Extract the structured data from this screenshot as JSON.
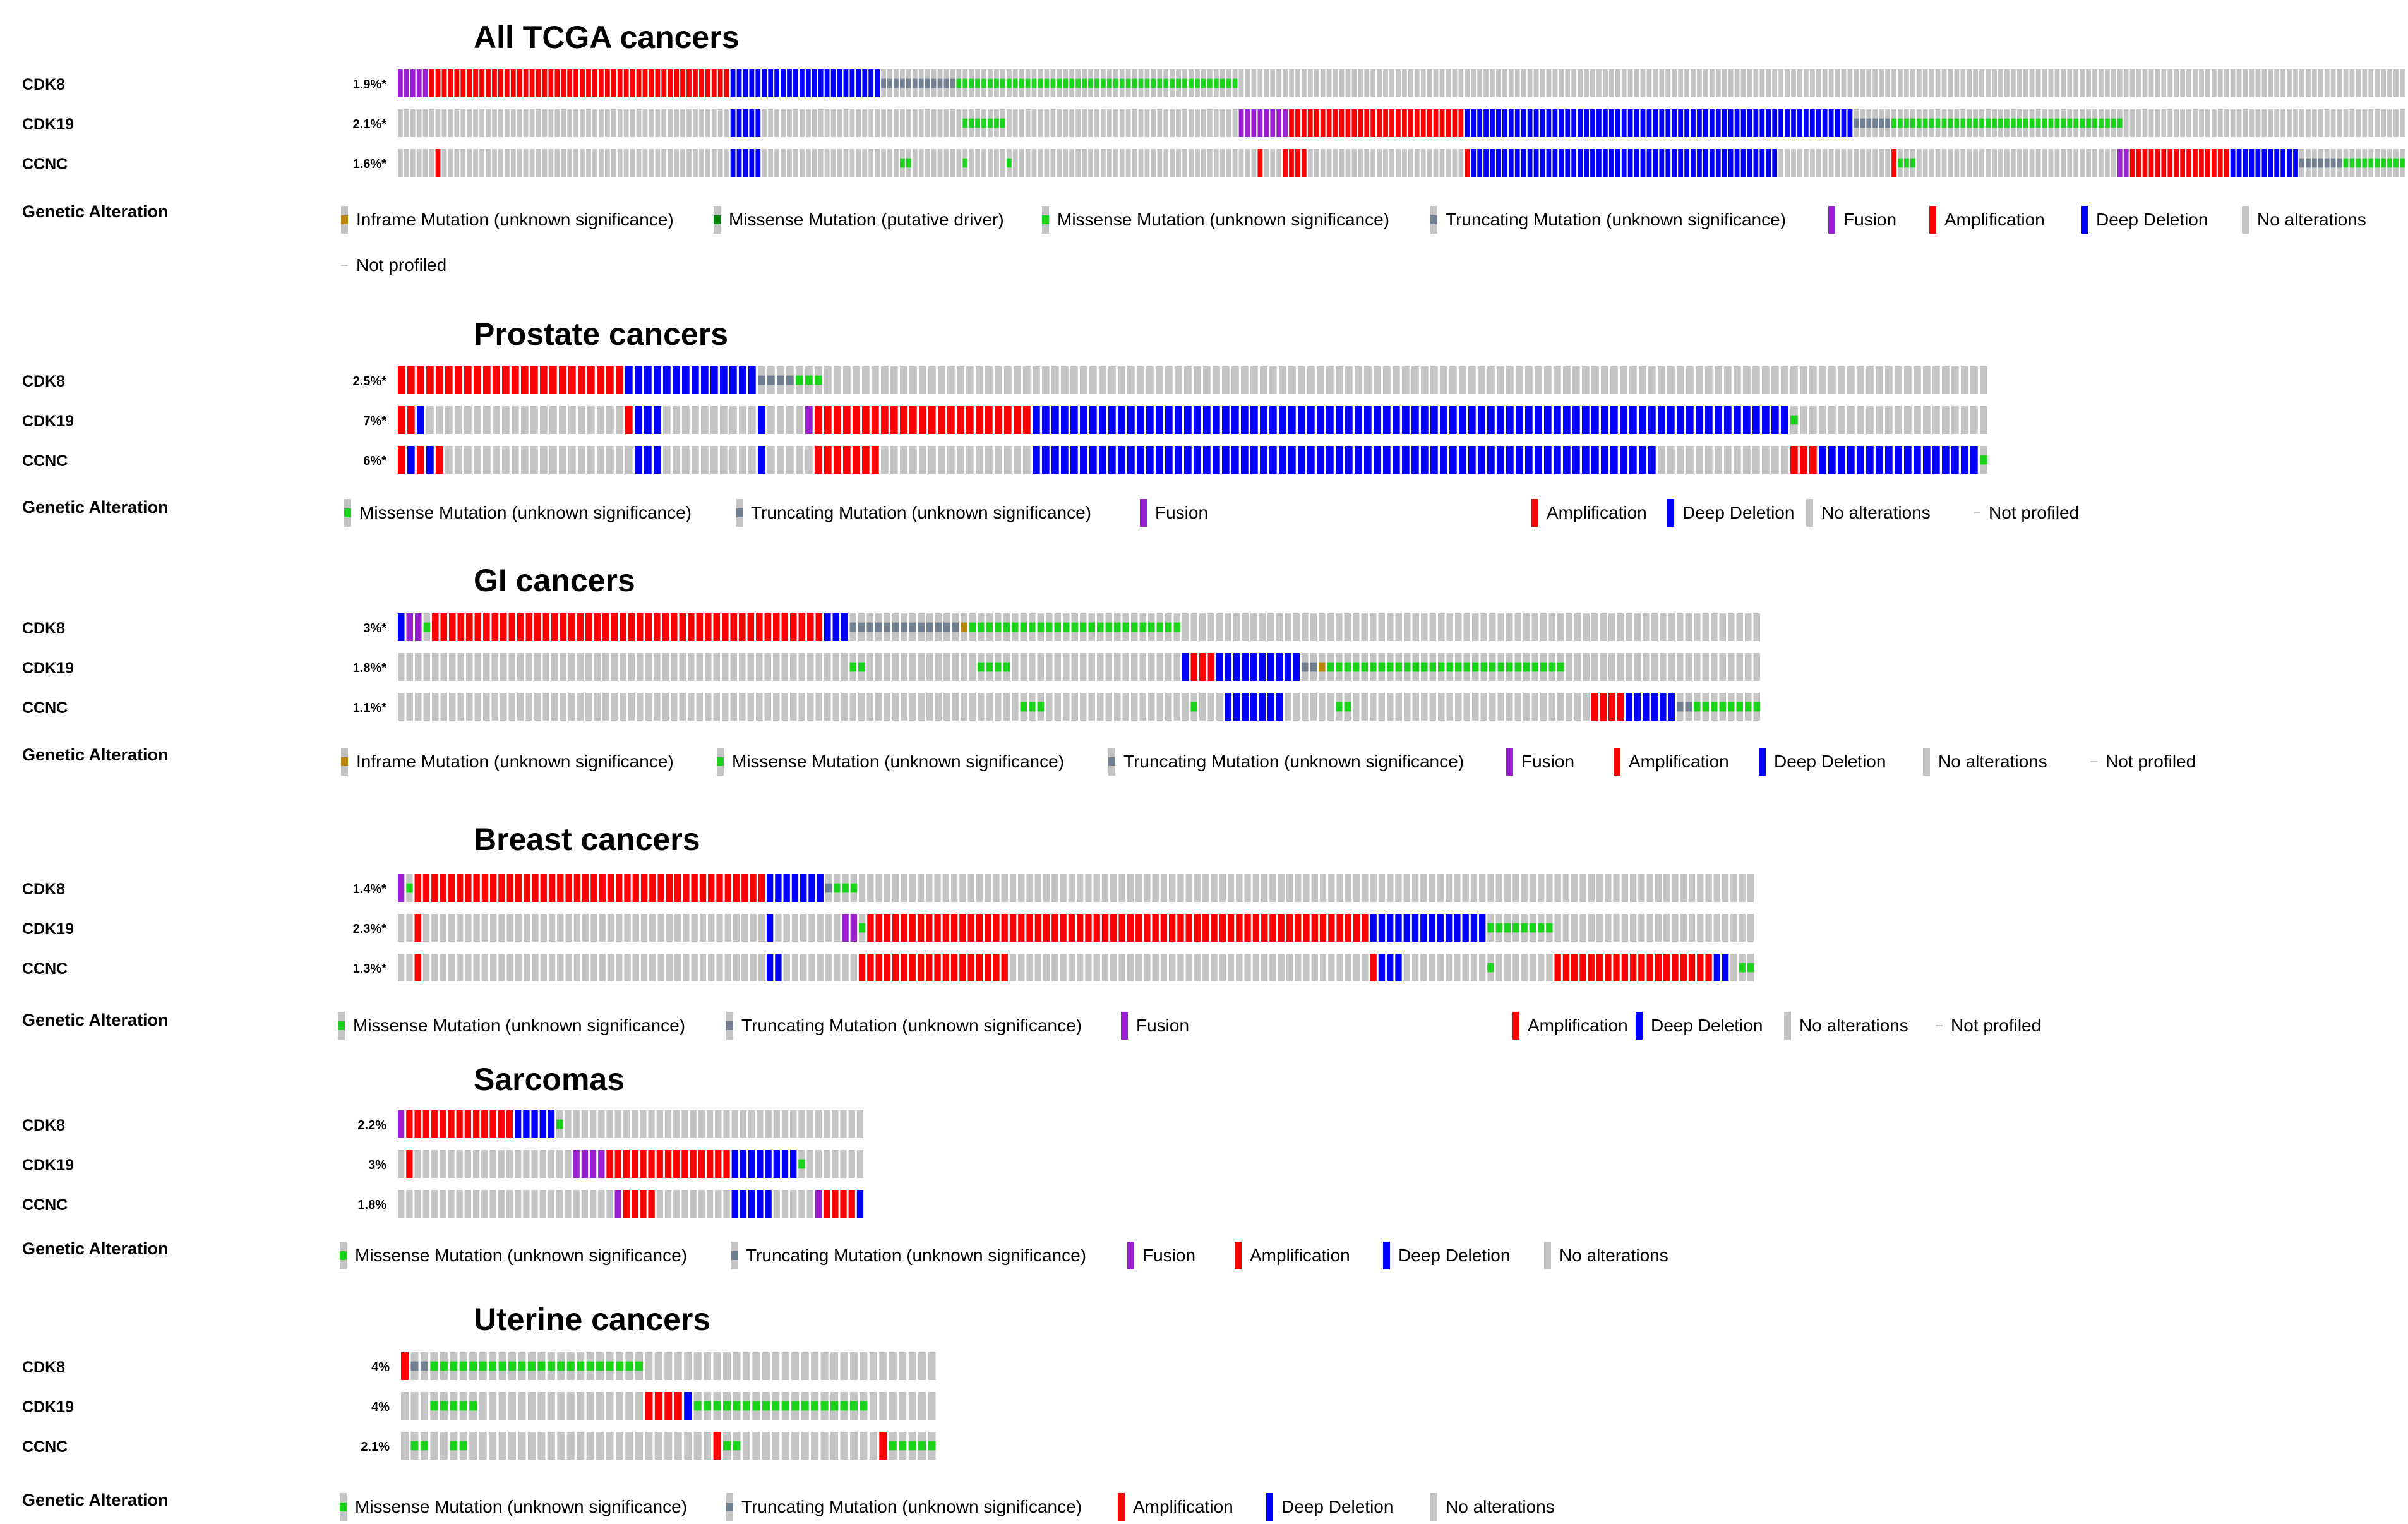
{
  "colors": {
    "no_alteration": "#c4c4c4",
    "amplification": "#ff0000",
    "deep_deletion": "#0000ff",
    "fusion": "#9a1fd0",
    "missense_unknown": "#1cd31c",
    "missense_driver": "#008000",
    "truncating_unknown": "#708090",
    "inframe_unknown": "#b8860b",
    "not_profiled": "#ffffff"
  },
  "chart_data": [
    {
      "type": "heatmap",
      "title": "All TCGA cancers",
      "genes": [
        "CDK8",
        "CDK19",
        "CCNC"
      ],
      "percent_altered": [
        "1.9%*",
        "2.1%*",
        "1.6%*"
      ],
      "n_samples": 320,
      "segments": {
        "CDK8": [
          [
            "fusion",
            0,
            5
          ],
          [
            "amplification",
            5,
            53
          ],
          [
            "deep_deletion",
            53,
            77
          ],
          [
            "truncating_unknown",
            77,
            89
          ],
          [
            "missense_unknown",
            89,
            134
          ]
        ],
        "CDK19": [
          [
            "deep_deletion",
            53,
            58
          ],
          [
            "missense_unknown",
            90,
            97
          ],
          [
            "fusion",
            134,
            142
          ],
          [
            "amplification",
            142,
            170
          ],
          [
            "deep_deletion",
            170,
            232
          ],
          [
            "truncating_unknown",
            232,
            238
          ],
          [
            "missense_unknown",
            238,
            275
          ]
        ],
        "CCNC": [
          [
            "amplification",
            6,
            7
          ],
          [
            "deep_deletion",
            53,
            58
          ],
          [
            "missense_unknown",
            80,
            82
          ],
          [
            "missense_unknown",
            90,
            91
          ],
          [
            "missense_unknown",
            97,
            98
          ],
          [
            "amplification",
            137,
            138
          ],
          [
            "amplification",
            141,
            145
          ],
          [
            "amplification",
            170,
            171
          ],
          [
            "deep_deletion",
            171,
            220
          ],
          [
            "amplification",
            238,
            239
          ],
          [
            "missense_unknown",
            239,
            242
          ],
          [
            "fusion",
            274,
            276
          ],
          [
            "amplification",
            276,
            292
          ],
          [
            "deep_deletion",
            292,
            303
          ],
          [
            "truncating_unknown",
            303,
            310
          ],
          [
            "missense_unknown",
            310,
            320
          ]
        ]
      },
      "legend": [
        "Inframe Mutation (unknown significance)",
        "Missense Mutation (putative driver)",
        "Missense Mutation (unknown significance)",
        "Truncating Mutation (unknown significance)",
        "Fusion",
        "Amplification",
        "Deep Deletion",
        "No alterations",
        "Not profiled"
      ]
    },
    {
      "type": "heatmap",
      "title": "Prostate cancers",
      "genes": [
        "CDK8",
        "CDK19",
        "CCNC"
      ],
      "percent_altered": [
        "2.5%*",
        "7%*",
        "6%*"
      ],
      "n_samples": 168,
      "segments": {
        "CDK8": [
          [
            "amplification",
            0,
            24
          ],
          [
            "deep_deletion",
            24,
            38
          ],
          [
            "truncating_unknown",
            38,
            42
          ],
          [
            "missense_unknown",
            42,
            43
          ],
          [
            "missense_unknown",
            43,
            45
          ]
        ],
        "CDK19": [
          [
            "amplification",
            0,
            2
          ],
          [
            "deep_deletion",
            2,
            3
          ],
          [
            "amplification",
            24,
            25
          ],
          [
            "deep_deletion",
            25,
            28
          ],
          [
            "deep_deletion",
            38,
            39
          ],
          [
            "fusion",
            43,
            44
          ],
          [
            "amplification",
            44,
            67
          ],
          [
            "deep_deletion",
            67,
            147
          ],
          [
            "missense_unknown",
            147,
            148
          ]
        ],
        "CCNC": [
          [
            "amplification",
            0,
            1
          ],
          [
            "deep_deletion",
            1,
            2
          ],
          [
            "amplification",
            2,
            3
          ],
          [
            "deep_deletion",
            3,
            4
          ],
          [
            "amplification",
            4,
            5
          ],
          [
            "deep_deletion",
            25,
            28
          ],
          [
            "deep_deletion",
            38,
            39
          ],
          [
            "amplification",
            44,
            51
          ],
          [
            "deep_deletion",
            67,
            133
          ],
          [
            "amplification",
            147,
            150
          ],
          [
            "deep_deletion",
            150,
            167
          ],
          [
            "missense_unknown",
            167,
            168
          ]
        ]
      },
      "legend": [
        "Missense Mutation (unknown significance)",
        "Truncating Mutation (unknown significance)",
        "Fusion",
        "Amplification",
        "Deep Deletion",
        "No alterations",
        "Not profiled"
      ]
    },
    {
      "type": "heatmap",
      "title": "GI cancers",
      "genes": [
        "CDK8",
        "CDK19",
        "CCNC"
      ],
      "percent_altered": [
        "3%*",
        "1.8%*",
        "1.1%*"
      ],
      "n_samples": 160,
      "segments": {
        "CDK8": [
          [
            "deep_deletion",
            0,
            1
          ],
          [
            "fusion",
            1,
            3
          ],
          [
            "missense_unknown",
            3,
            4
          ],
          [
            "amplification",
            4,
            50
          ],
          [
            "deep_deletion",
            50,
            53
          ],
          [
            "truncating_unknown",
            53,
            66
          ],
          [
            "inframe_unknown",
            66,
            67
          ],
          [
            "missense_unknown",
            67,
            92
          ]
        ],
        "CDK19": [
          [
            "missense_unknown",
            53,
            55
          ],
          [
            "missense_unknown",
            68,
            72
          ],
          [
            "deep_deletion",
            92,
            93
          ],
          [
            "amplification",
            93,
            96
          ],
          [
            "deep_deletion",
            96,
            106
          ],
          [
            "truncating_unknown",
            106,
            108
          ],
          [
            "inframe_unknown",
            108,
            109
          ],
          [
            "missense_unknown",
            109,
            137
          ]
        ],
        "CCNC": [
          [
            "missense_unknown",
            73,
            76
          ],
          [
            "missense_unknown",
            93,
            94
          ],
          [
            "deep_deletion",
            97,
            104
          ],
          [
            "missense_unknown",
            110,
            112
          ],
          [
            "amplification",
            140,
            144
          ],
          [
            "deep_deletion",
            144,
            150
          ],
          [
            "truncating_unknown",
            150,
            152
          ],
          [
            "missense_unknown",
            152,
            160
          ]
        ]
      },
      "legend": [
        "Inframe Mutation (unknown significance)",
        "Missense Mutation (unknown significance)",
        "Truncating Mutation (unknown significance)",
        "Fusion",
        "Amplification",
        "Deep Deletion",
        "No alterations",
        "Not profiled"
      ]
    },
    {
      "type": "heatmap",
      "title": "Breast cancers",
      "genes": [
        "CDK8",
        "CDK19",
        "CCNC"
      ],
      "percent_altered": [
        "1.4%*",
        "2.3%*",
        "1.3%*"
      ],
      "n_samples": 162,
      "segments": {
        "CDK8": [
          [
            "fusion",
            0,
            1
          ],
          [
            "missense_unknown",
            1,
            2
          ],
          [
            "amplification",
            2,
            44
          ],
          [
            "deep_deletion",
            44,
            51
          ],
          [
            "truncating_unknown",
            51,
            52
          ],
          [
            "missense_unknown",
            52,
            55
          ]
        ],
        "CDK19": [
          [
            "amplification",
            2,
            3
          ],
          [
            "deep_deletion",
            44,
            45
          ],
          [
            "fusion",
            53,
            55
          ],
          [
            "missense_unknown",
            55,
            56
          ],
          [
            "amplification",
            56,
            116
          ],
          [
            "deep_deletion",
            116,
            130
          ],
          [
            "missense_unknown",
            130,
            138
          ]
        ],
        "CCNC": [
          [
            "amplification",
            2,
            3
          ],
          [
            "deep_deletion",
            44,
            46
          ],
          [
            "amplification",
            55,
            56
          ],
          [
            "amplification",
            56,
            73
          ],
          [
            "amplification",
            116,
            117
          ],
          [
            "deep_deletion",
            117,
            120
          ],
          [
            "missense_unknown",
            130,
            131
          ],
          [
            "amplification",
            138,
            157
          ],
          [
            "deep_deletion",
            157,
            159
          ],
          [
            "missense_unknown",
            160,
            162
          ]
        ]
      },
      "legend": [
        "Missense Mutation (unknown significance)",
        "Truncating Mutation (unknown significance)",
        "Fusion",
        "Amplification",
        "Deep Deletion",
        "No alterations",
        "Not profiled"
      ]
    },
    {
      "type": "heatmap",
      "title": "Sarcomas",
      "genes": [
        "CDK8",
        "CDK19",
        "CCNC"
      ],
      "percent_altered": [
        "2.2%",
        "3%",
        "1.8%"
      ],
      "n_samples": 56,
      "segments": {
        "CDK8": [
          [
            "fusion",
            0,
            1
          ],
          [
            "amplification",
            1,
            14
          ],
          [
            "deep_deletion",
            14,
            19
          ],
          [
            "missense_unknown",
            19,
            20
          ]
        ],
        "CDK19": [
          [
            "amplification",
            1,
            2
          ],
          [
            "fusion",
            21,
            25
          ],
          [
            "amplification",
            25,
            40
          ],
          [
            "deep_deletion",
            40,
            48
          ],
          [
            "missense_unknown",
            48,
            49
          ]
        ],
        "CCNC": [
          [
            "fusion",
            26,
            27
          ],
          [
            "amplification",
            27,
            31
          ],
          [
            "deep_deletion",
            40,
            45
          ],
          [
            "fusion",
            50,
            51
          ],
          [
            "amplification",
            51,
            55
          ],
          [
            "deep_deletion",
            55,
            56
          ]
        ]
      },
      "legend": [
        "Missense Mutation (unknown significance)",
        "Truncating Mutation (unknown significance)",
        "Fusion",
        "Amplification",
        "Deep Deletion",
        "No alterations"
      ]
    },
    {
      "type": "heatmap",
      "title": "Uterine cancers",
      "genes": [
        "CDK8",
        "CDK19",
        "CCNC"
      ],
      "percent_altered": [
        "4%",
        "4%",
        "2.1%"
      ],
      "n_samples": 55,
      "segments": {
        "CDK8": [
          [
            "amplification",
            0,
            1
          ],
          [
            "truncating_unknown",
            1,
            3
          ],
          [
            "missense_unknown",
            3,
            25
          ]
        ],
        "CDK19": [
          [
            "missense_unknown",
            3,
            8
          ],
          [
            "amplification",
            25,
            29
          ],
          [
            "deep_deletion",
            29,
            30
          ],
          [
            "missense_unknown",
            30,
            48
          ]
        ],
        "CCNC": [
          [
            "missense_unknown",
            1,
            3
          ],
          [
            "missense_unknown",
            5,
            7
          ],
          [
            "amplification",
            32,
            33
          ],
          [
            "missense_unknown",
            33,
            35
          ],
          [
            "amplification",
            49,
            50
          ],
          [
            "missense_unknown",
            50,
            55
          ]
        ]
      },
      "legend": [
        "Missense Mutation (unknown significance)",
        "Truncating Mutation (unknown significance)",
        "Amplification",
        "Deep Deletion",
        "No alterations"
      ]
    }
  ],
  "genetic_alteration_label": "Genetic Alteration"
}
